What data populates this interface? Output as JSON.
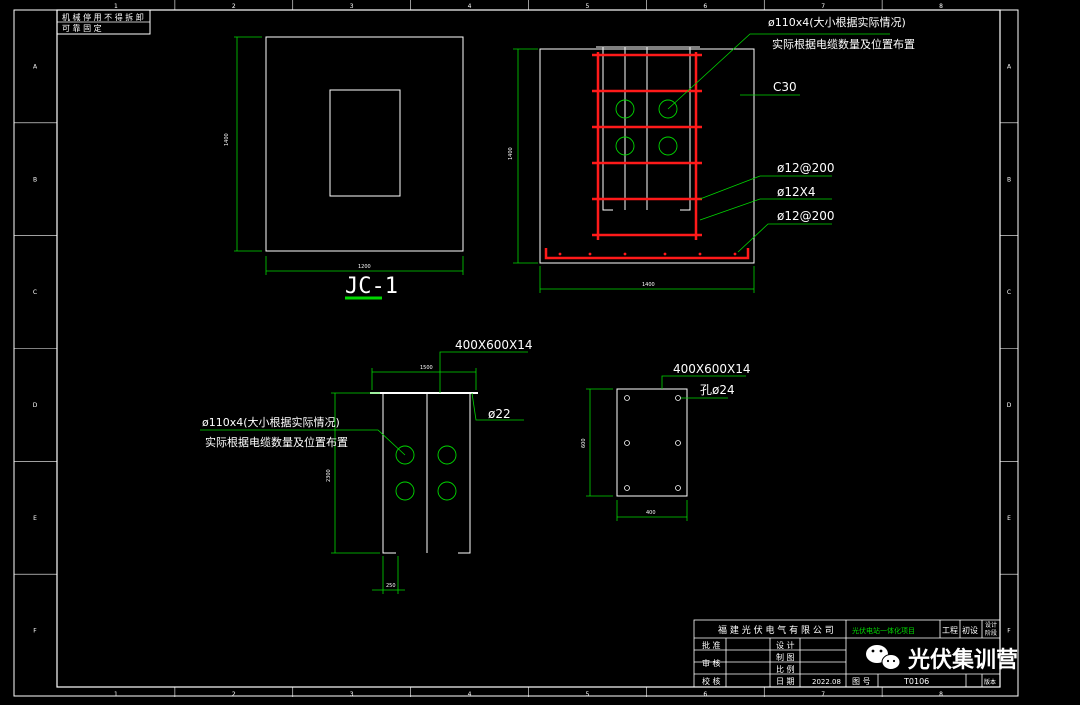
{
  "title_block_top": {
    "line1": "机 械 停 用   不 得 拆 卸",
    "line2": "可 靠 固 定"
  },
  "grid": {
    "columns": [
      "1",
      "2",
      "3",
      "4",
      "5",
      "6",
      "7",
      "8"
    ],
    "rows": [
      "A",
      "B",
      "C",
      "D",
      "E",
      "F"
    ]
  },
  "plan_jc1": {
    "label": "JC-1",
    "dim_width": "1200",
    "dim_height": "1400"
  },
  "section": {
    "dim_height": "1400",
    "dim_width": "1400",
    "note_pipe": "ø110x4(大小根据实际情况)",
    "note_pipe_sub": "实际根据电缆数量及位置布置",
    "concrete": "C30",
    "rebar1": "ø12@200",
    "rebar2": "ø12X4",
    "rebar3": "ø12@200"
  },
  "embed_side": {
    "plate": "400X600X14",
    "rod": "ø22",
    "dim_top": "1500",
    "dim_height": "2300",
    "dim_bottom": "250",
    "note_pipe": "ø110x4(大小根据实际情况)",
    "note_pipe_sub": "实际根据电缆数量及位置布置"
  },
  "embed_plate": {
    "plate": "400X600X14",
    "hole": "孔ø24",
    "dim_height": "600",
    "dim_width": "400"
  },
  "title_block": {
    "company": "福 建 光 伏 电 气 有 限 公 司",
    "project": "光伏电站一体化项目",
    "stage_label": "工程",
    "stage_value": "初设",
    "design_label": "设计",
    "design_value": "阶段",
    "approve": "批 准",
    "review": "审 核",
    "check": "校 核",
    "design": "设 计",
    "draw": "制 图",
    "scale": "比 例",
    "date_label": "日 期",
    "date_value": "2022.08",
    "drawing_no_label": "图 号",
    "drawing_no_value": "T0106",
    "sheet_label": "版本"
  },
  "watermark": {
    "text": "光伏集训营"
  }
}
